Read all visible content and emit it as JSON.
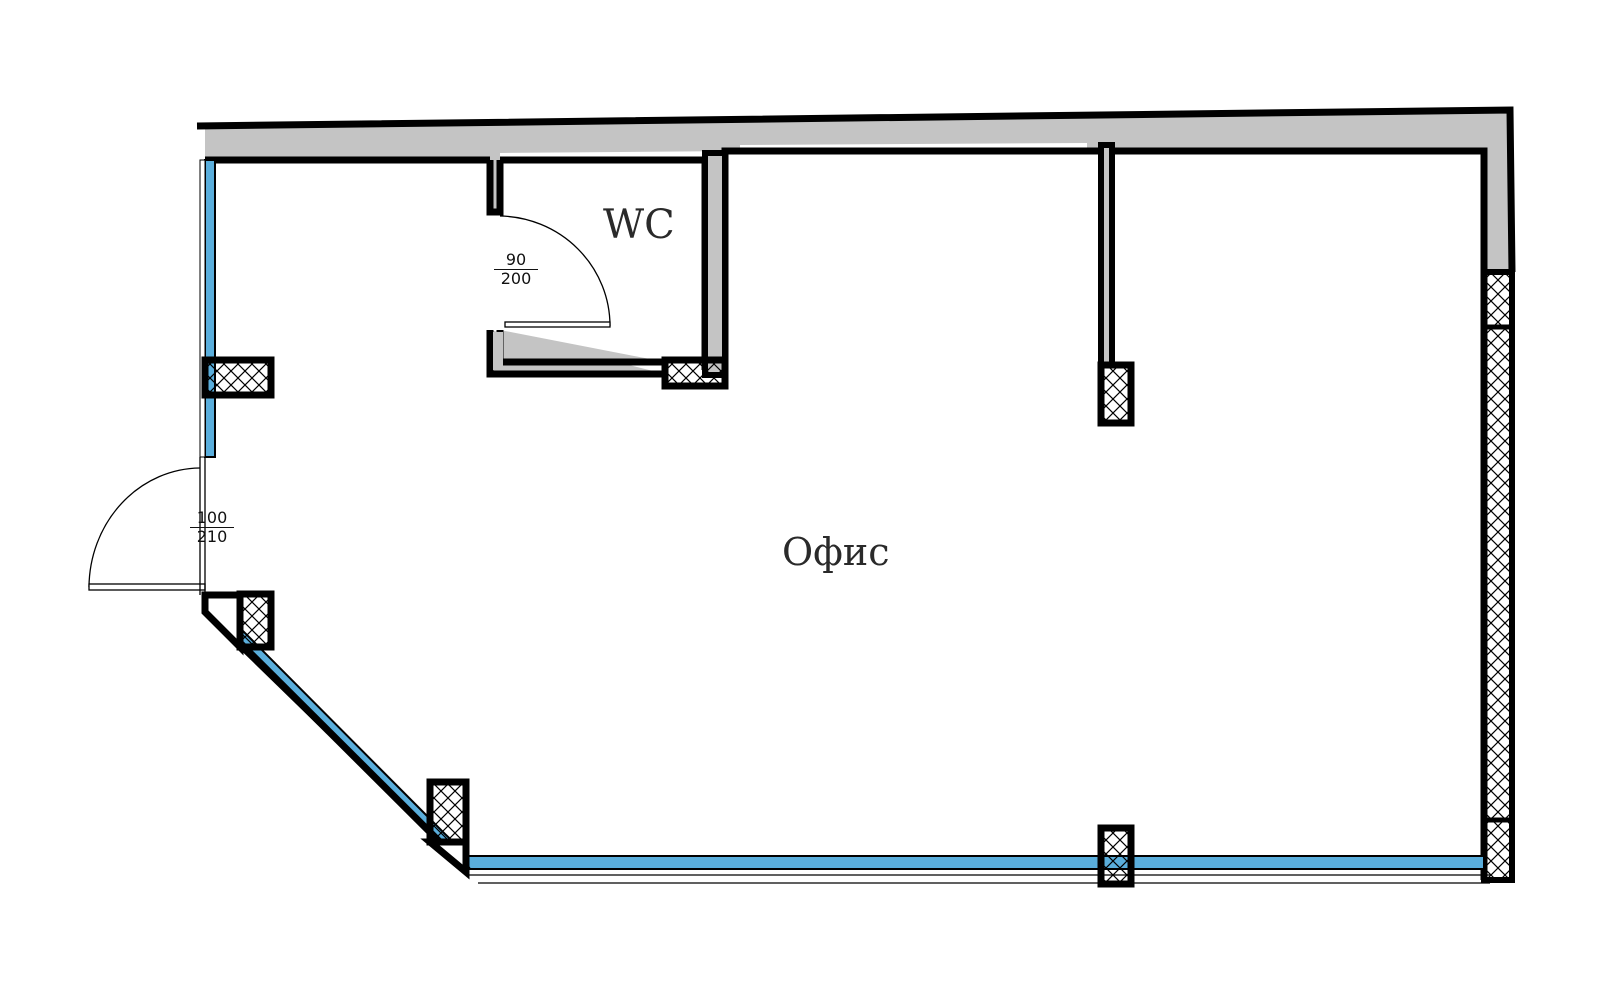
{
  "rooms": {
    "wc": "WC",
    "office": "Офис"
  },
  "doors": {
    "wc_door": {
      "width": "90",
      "height": "200"
    },
    "entrance_door": {
      "width": "100",
      "height": "210"
    }
  },
  "colors": {
    "wall_fill": "#c4c4c4",
    "wall_stroke": "#000000",
    "glazing": "#5aaedc",
    "background": "#ffffff"
  }
}
